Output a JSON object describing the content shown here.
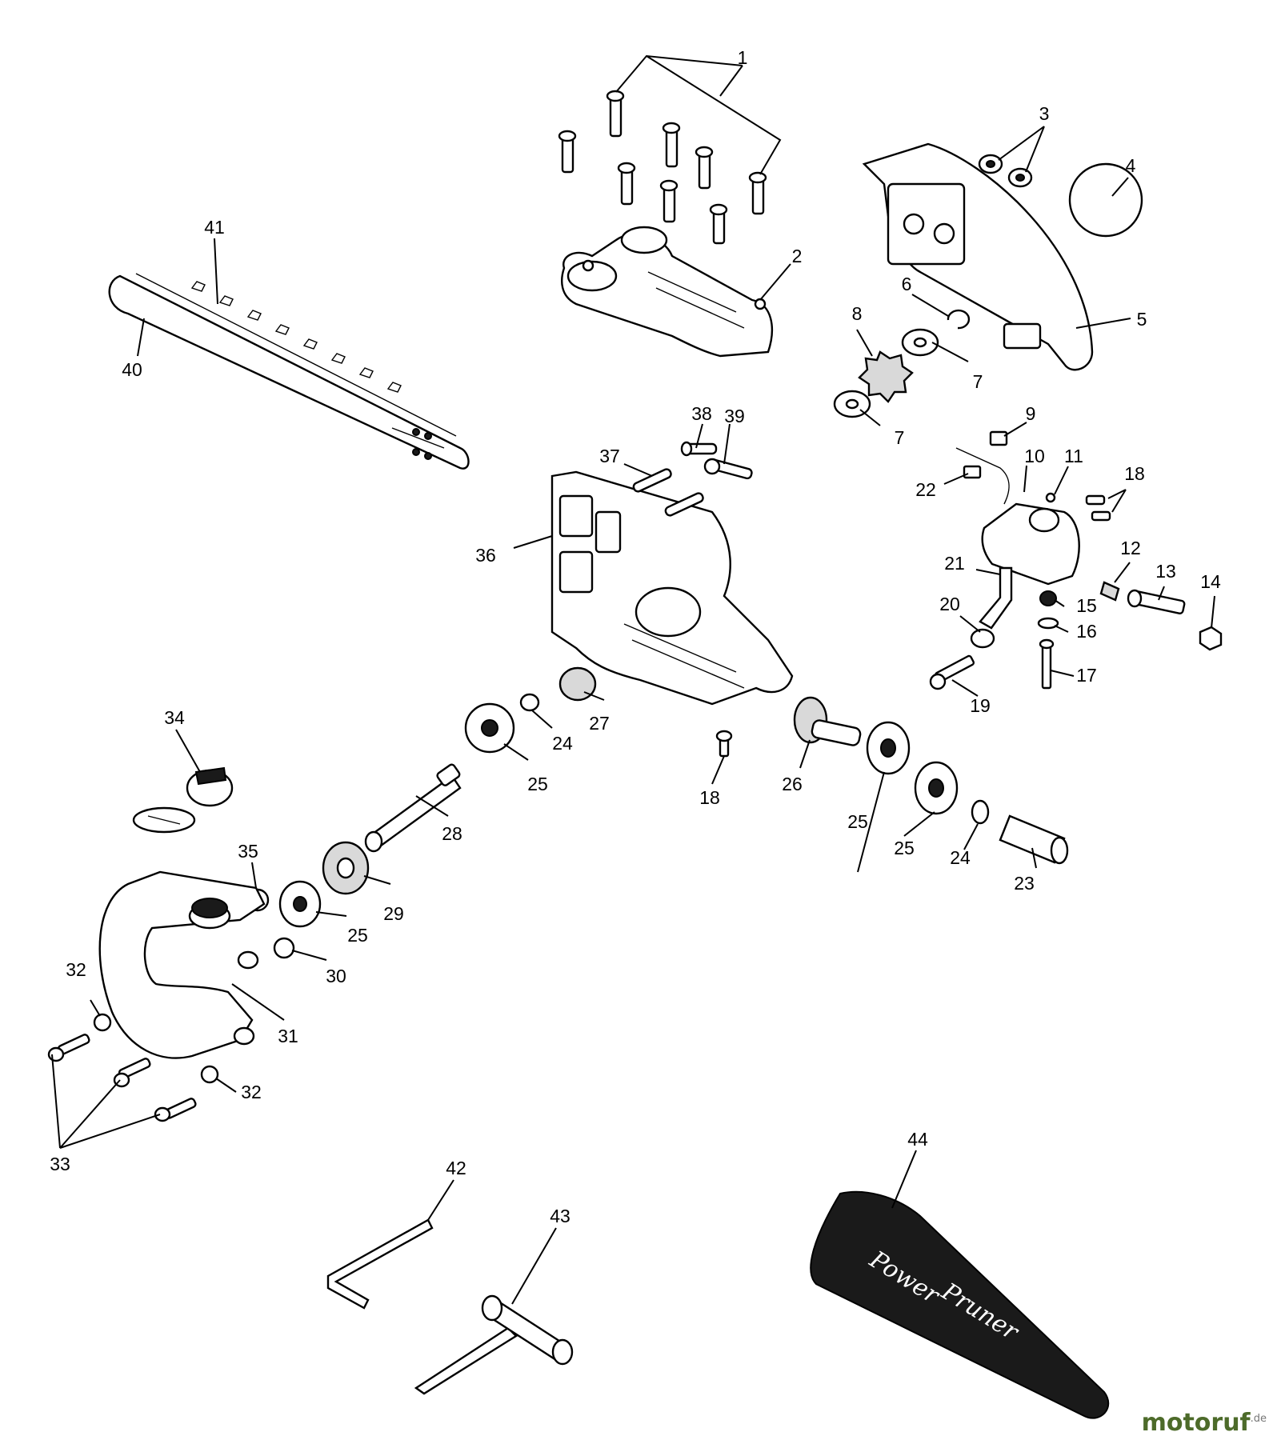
{
  "diagram": {
    "callouts": [
      {
        "id": "c1",
        "label": "1"
      },
      {
        "id": "c2",
        "label": "2"
      },
      {
        "id": "c3",
        "label": "3"
      },
      {
        "id": "c4",
        "label": "4"
      },
      {
        "id": "c5",
        "label": "5"
      },
      {
        "id": "c6",
        "label": "6"
      },
      {
        "id": "c7a",
        "label": "7"
      },
      {
        "id": "c7b",
        "label": "7"
      },
      {
        "id": "c8",
        "label": "8"
      },
      {
        "id": "c9",
        "label": "9"
      },
      {
        "id": "c10",
        "label": "10"
      },
      {
        "id": "c11",
        "label": "11"
      },
      {
        "id": "c12",
        "label": "12"
      },
      {
        "id": "c13",
        "label": "13"
      },
      {
        "id": "c14",
        "label": "14"
      },
      {
        "id": "c15",
        "label": "15"
      },
      {
        "id": "c16",
        "label": "16"
      },
      {
        "id": "c17",
        "label": "17"
      },
      {
        "id": "c18a",
        "label": "18"
      },
      {
        "id": "c18b",
        "label": "18"
      },
      {
        "id": "c19",
        "label": "19"
      },
      {
        "id": "c20",
        "label": "20"
      },
      {
        "id": "c21",
        "label": "21"
      },
      {
        "id": "c22",
        "label": "22"
      },
      {
        "id": "c23",
        "label": "23"
      },
      {
        "id": "c24a",
        "label": "24"
      },
      {
        "id": "c24b",
        "label": "24"
      },
      {
        "id": "c25a",
        "label": "25"
      },
      {
        "id": "c25b",
        "label": "25"
      },
      {
        "id": "c25c",
        "label": "25"
      },
      {
        "id": "c25d",
        "label": "25"
      },
      {
        "id": "c26",
        "label": "26"
      },
      {
        "id": "c27",
        "label": "27"
      },
      {
        "id": "c28",
        "label": "28"
      },
      {
        "id": "c29",
        "label": "29"
      },
      {
        "id": "c30",
        "label": "30"
      },
      {
        "id": "c31",
        "label": "31"
      },
      {
        "id": "c32a",
        "label": "32"
      },
      {
        "id": "c32b",
        "label": "32"
      },
      {
        "id": "c33",
        "label": "33"
      },
      {
        "id": "c34",
        "label": "34"
      },
      {
        "id": "c35",
        "label": "35"
      },
      {
        "id": "c36",
        "label": "36"
      },
      {
        "id": "c37",
        "label": "37"
      },
      {
        "id": "c38",
        "label": "38"
      },
      {
        "id": "c39",
        "label": "39"
      },
      {
        "id": "c40",
        "label": "40"
      },
      {
        "id": "c41",
        "label": "41"
      },
      {
        "id": "c42",
        "label": "42"
      },
      {
        "id": "c43",
        "label": "43"
      },
      {
        "id": "c44",
        "label": "44"
      }
    ],
    "cover_text_line1": "Power",
    "cover_text_line2": "Pruner"
  },
  "watermark": {
    "brand": "motoruf",
    "suffix": ".de",
    "color": "#4d6b2a"
  }
}
